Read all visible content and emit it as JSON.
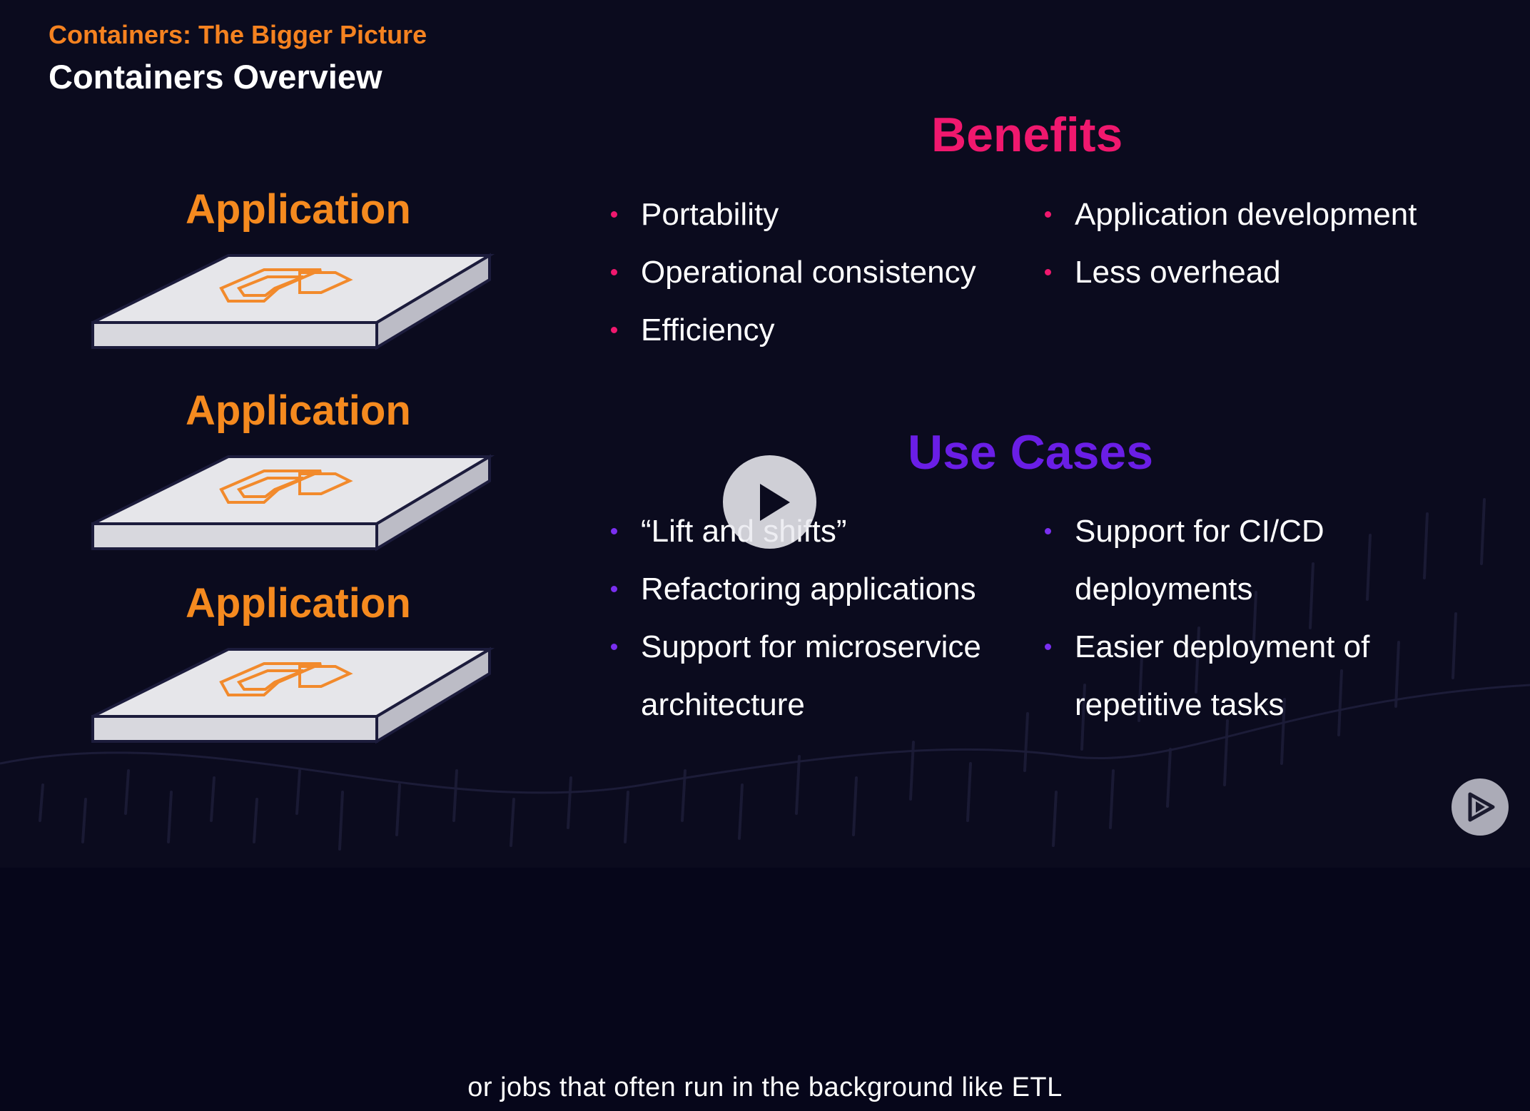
{
  "header": {
    "course_title": "Containers: The Bigger Picture",
    "module_title": "Containers Overview"
  },
  "stack": {
    "layers": [
      {
        "label": "Application"
      },
      {
        "label": "Application"
      },
      {
        "label": "Application"
      }
    ]
  },
  "benefits": {
    "title": "Benefits",
    "left": [
      "Portability",
      "Operational consistency",
      "Efficiency"
    ],
    "right": [
      "Application development",
      "Less overhead"
    ]
  },
  "use_cases": {
    "title": "Use Cases",
    "left": [
      {
        "line1": "“Lift and shifts”",
        "line2": ""
      },
      {
        "line1": "Refactoring applications",
        "line2": ""
      },
      {
        "line1": "Support for microservice",
        "line2": "architecture"
      }
    ],
    "right": [
      {
        "line1": "Support for CI/CD",
        "line2": "deployments"
      },
      {
        "line1": "Easier deployment of",
        "line2": "repetitive tasks"
      }
    ]
  },
  "player": {
    "play_icon": "play-icon",
    "logo_icon": "pluralsight-logo-icon",
    "caption": "or jobs that often run in the background like ETL"
  },
  "colors": {
    "accent_orange": "#f58220",
    "benefits_pink": "#f0186e",
    "usecases_purple": "#6a1ee6",
    "background": "#0b0b1e"
  }
}
